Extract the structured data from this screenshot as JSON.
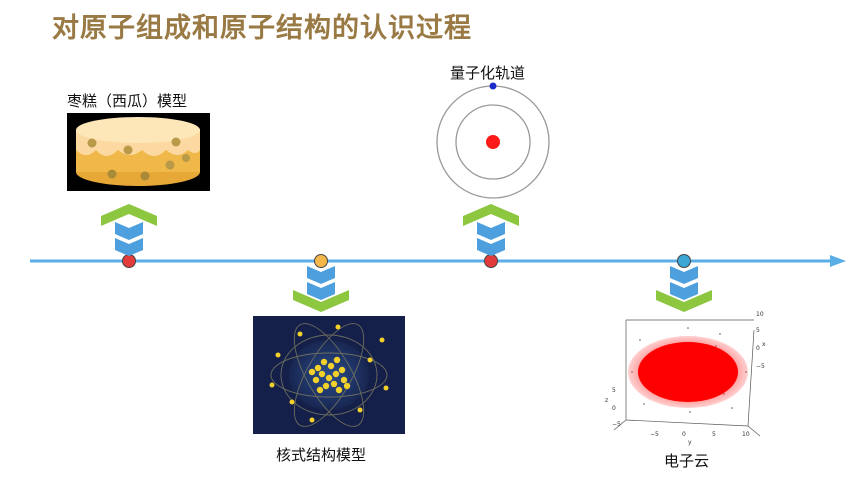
{
  "title": "对原子组成和原子结构的认识过程",
  "models": [
    {
      "label": "枣糕（西瓜）模型",
      "marker_color": "#e23b3b"
    },
    {
      "label": "核式结构模型",
      "marker_color": "#f4b84a"
    },
    {
      "label": "量子化轨道",
      "marker_color": "#e23b3b"
    },
    {
      "label": "电子云",
      "marker_color": "#3aa7d6"
    }
  ],
  "colors": {
    "timeline": "#5aaee6",
    "chevron_green": "#8dc63f",
    "chevron_blue": "#4d9fde",
    "title": "#9a7a44"
  },
  "cloud_axis": {
    "bottom_ticks": [
      "−5",
      "0",
      "5",
      "10"
    ],
    "right_ticks": [
      "10",
      "5",
      "0",
      "−5"
    ],
    "left_ticks": [
      "5",
      "0",
      "−5"
    ],
    "axis_letters": [
      "y",
      "x",
      "z"
    ]
  }
}
